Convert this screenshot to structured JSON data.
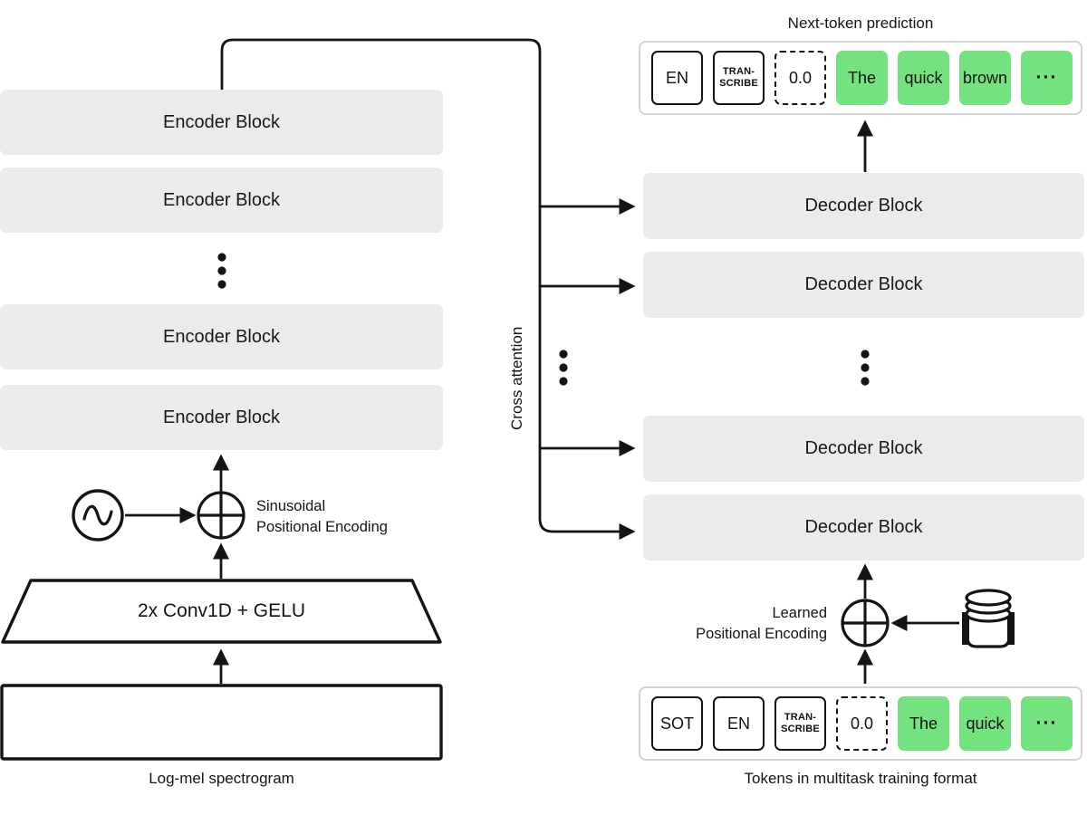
{
  "titles": {
    "next_token": "Next-token prediction",
    "tokens_caption": "Tokens in multitask training format",
    "logmel_caption": "Log-mel spectrogram"
  },
  "encoder": {
    "blocks": [
      "Encoder Block",
      "Encoder Block",
      "Encoder Block",
      "Encoder Block"
    ],
    "conv_label": "2x Conv1D + GELU",
    "positional": {
      "line1": "Sinusoidal",
      "line2": "Positional Encoding"
    }
  },
  "decoder": {
    "blocks": [
      "Decoder Block",
      "Decoder Block",
      "Decoder Block",
      "Decoder Block"
    ],
    "positional": {
      "line1": "Learned",
      "line2": "Positional Encoding"
    }
  },
  "cross_attention_label": "Cross attention",
  "top_tokens": [
    {
      "label": "EN",
      "style": "solid"
    },
    {
      "label": "TRAN-SCRIBE",
      "style": "solid-small"
    },
    {
      "label": "0.0",
      "style": "dashed"
    },
    {
      "label": "The",
      "style": "green"
    },
    {
      "label": "quick",
      "style": "green"
    },
    {
      "label": "brown",
      "style": "green"
    },
    {
      "label": "···",
      "style": "green-dots"
    }
  ],
  "bottom_tokens": [
    {
      "label": "SOT",
      "style": "solid"
    },
    {
      "label": "EN",
      "style": "solid"
    },
    {
      "label": "TRAN-SCRIBE",
      "style": "solid-small"
    },
    {
      "label": "0.0",
      "style": "dashed"
    },
    {
      "label": "The",
      "style": "green"
    },
    {
      "label": "quick",
      "style": "green"
    },
    {
      "label": "···",
      "style": "green-dots"
    }
  ],
  "colors": {
    "block_gray": "#ebebeb",
    "token_green": "#74e27e",
    "line_black": "#141414",
    "container_border": "#d4d4d4"
  }
}
